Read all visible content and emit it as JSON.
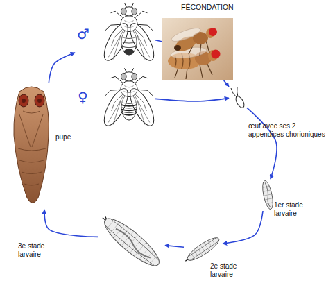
{
  "diagram": {
    "nodes": [
      {
        "text": [
          "♂"
        ]
      },
      {
        "text": [
          "FÉCONDATION"
        ]
      },
      {
        "text": [
          "♀"
        ]
      },
      {
        "text": [
          "œuf avec ses 2 appendices chorioniques"
        ]
      },
      {
        "text": [
          "1er stade larvaire"
        ]
      },
      {
        "text": [
          "2e stade larvaire"
        ]
      },
      {
        "text": [
          "3e stade larvaire"
        ]
      },
      {
        "text": [
          "pupe"
        ]
      }
    ],
    "edges": [
      {
        "from": 0,
        "to": 1,
        "arrow": "none"
      },
      {
        "from": 1,
        "to": 3,
        "arrow": "to"
      },
      {
        "from": 2,
        "to": 3,
        "arrow": "to"
      },
      {
        "from": 3,
        "to": 4,
        "arrow": "to"
      },
      {
        "from": 4,
        "to": 5,
        "arrow": "to"
      },
      {
        "from": 5,
        "to": 6,
        "arrow": "to"
      },
      {
        "from": 6,
        "to": 7,
        "arrow": "to"
      },
      {
        "from": 7,
        "to": 0,
        "arrow": "to"
      }
    ]
  }
}
